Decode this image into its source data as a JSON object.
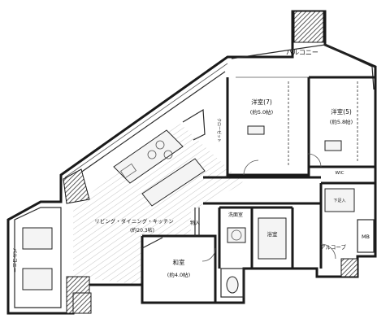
{
  "rooms": {
    "balcony_top": "バルコニー",
    "western_room_7": "洋室(7)",
    "western_room_7_size": "(約5.0帖)",
    "western_room_5": "洋室(5)",
    "western_room_5_size": "(約5.8帖)",
    "ldk": "リビング・ダイニング・キッチン",
    "ldk_size": "(約20.3帖)",
    "japanese_room": "和室",
    "japanese_room_size": "(約4.0帖)",
    "washroom": "洗面室",
    "bathroom": "浴室",
    "alcove": "アルコーブ",
    "mb": "MB",
    "balcony_left": "バルコニー",
    "storage": "物入",
    "closet": "クローゼット",
    "wic": "WIC",
    "shoe_closet": "下足入"
  }
}
